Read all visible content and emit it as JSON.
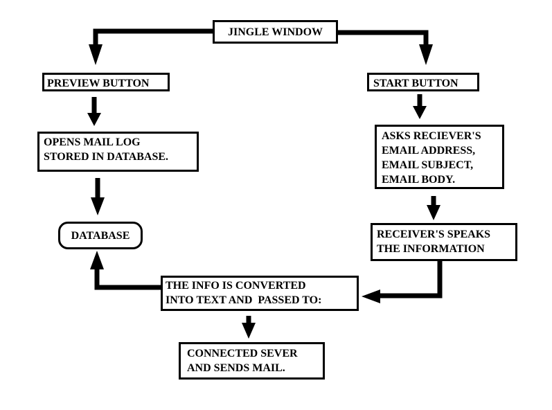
{
  "diagram": {
    "colors": {
      "stroke": "#000000",
      "background": "#ffffff"
    },
    "nodes": {
      "jingle_window": {
        "lines": [
          "JINGLE WINDOW"
        ]
      },
      "preview_button": {
        "lines": [
          "PREVIEW BUTTON"
        ]
      },
      "start_button": {
        "lines": [
          "START BUTTON"
        ]
      },
      "opens_mail_log": {
        "lines": [
          "OPENS MAIL LOG",
          "STORED IN DATABASE."
        ]
      },
      "asks_receiver": {
        "lines": [
          "ASKS RECIEVER'S",
          "EMAIL ADDRESS,",
          "EMAIL SUBJECT,",
          "EMAIL BODY."
        ]
      },
      "database": {
        "lines": [
          "DATABASE"
        ]
      },
      "receiver_speaks": {
        "lines": [
          "RECEIVER'S SPEAKS",
          "THE INFORMATION"
        ]
      },
      "info_converted": {
        "lines": [
          "THE INFO IS CONVERTED",
          "INTO TEXT AND  PASSED TO:"
        ]
      },
      "connected_server": {
        "lines": [
          "CONNECTED SEVER",
          "AND SENDS MAIL."
        ]
      }
    },
    "edges": [
      {
        "from": "jingle_window",
        "to": "preview_button"
      },
      {
        "from": "jingle_window",
        "to": "start_button"
      },
      {
        "from": "preview_button",
        "to": "opens_mail_log"
      },
      {
        "from": "opens_mail_log",
        "to": "database"
      },
      {
        "from": "start_button",
        "to": "asks_receiver"
      },
      {
        "from": "asks_receiver",
        "to": "receiver_speaks"
      },
      {
        "from": "receiver_speaks",
        "to": "info_converted"
      },
      {
        "from": "info_converted",
        "to": "database"
      },
      {
        "from": "info_converted",
        "to": "connected_server"
      }
    ]
  }
}
